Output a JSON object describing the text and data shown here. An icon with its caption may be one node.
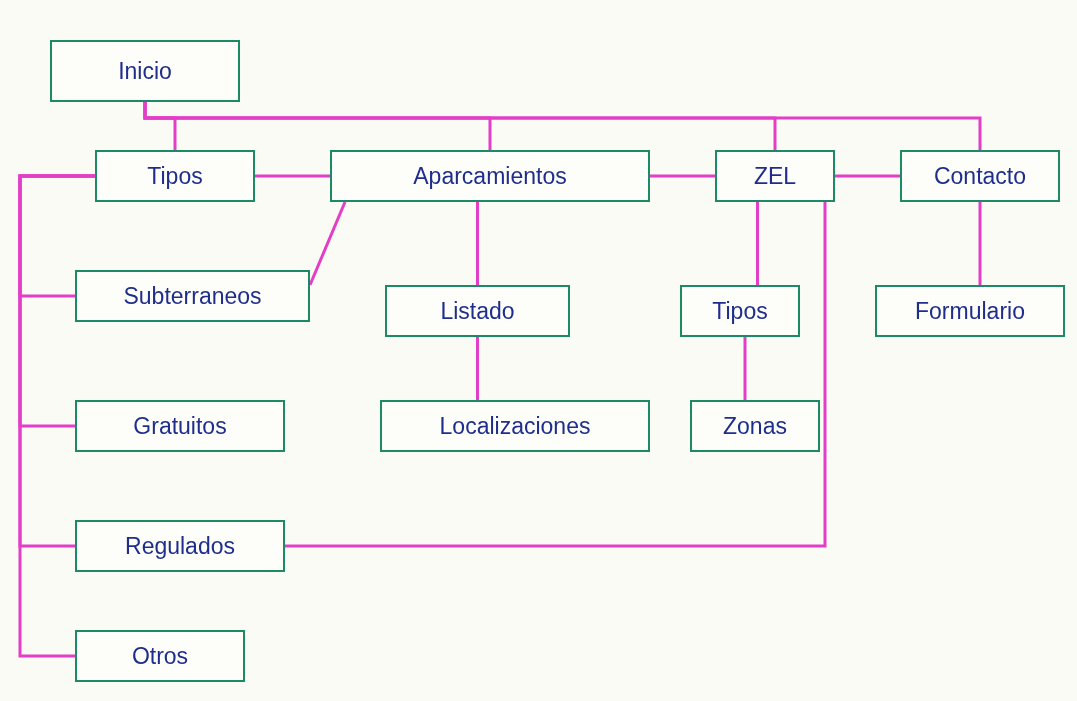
{
  "diagram": {
    "nodes": [
      {
        "text": [
          "Inicio"
        ]
      },
      {
        "text": [
          "Tipos"
        ]
      },
      {
        "text": [
          "Aparcamientos"
        ]
      },
      {
        "text": [
          "ZEL"
        ]
      },
      {
        "text": [
          "Contacto"
        ]
      },
      {
        "text": [
          "Subterraneos"
        ]
      },
      {
        "text": [
          "Listado"
        ]
      },
      {
        "text": [
          "Tipos"
        ]
      },
      {
        "text": [
          "Formulario"
        ]
      },
      {
        "text": [
          "Gratuitos"
        ]
      },
      {
        "text": [
          "Localizaciones"
        ]
      },
      {
        "text": [
          "Zonas"
        ]
      },
      {
        "text": [
          "Regulados"
        ]
      },
      {
        "text": [
          "Otros"
        ]
      }
    ],
    "edges": [
      {
        "from": 0,
        "to": 1,
        "arrow": "none"
      },
      {
        "from": 0,
        "to": 2,
        "arrow": "none"
      },
      {
        "from": 0,
        "to": 3,
        "arrow": "none"
      },
      {
        "from": 0,
        "to": 4,
        "arrow": "none"
      },
      {
        "from": 1,
        "to": 2,
        "arrow": "none"
      },
      {
        "from": 2,
        "to": 3,
        "arrow": "none"
      },
      {
        "from": 3,
        "to": 4,
        "arrow": "none"
      },
      {
        "from": 1,
        "to": 5,
        "arrow": "none"
      },
      {
        "from": 1,
        "to": 9,
        "arrow": "none"
      },
      {
        "from": 1,
        "to": 12,
        "arrow": "none"
      },
      {
        "from": 1,
        "to": 13,
        "arrow": "none"
      },
      {
        "from": 2,
        "to": 5,
        "arrow": "none"
      },
      {
        "from": 2,
        "to": 6,
        "arrow": "none"
      },
      {
        "from": 6,
        "to": 10,
        "arrow": "none"
      },
      {
        "from": 3,
        "to": 7,
        "arrow": "none"
      },
      {
        "from": 7,
        "to": 11,
        "arrow": "none"
      },
      {
        "from": 3,
        "to": 12,
        "arrow": "none"
      },
      {
        "from": 4,
        "to": 8,
        "arrow": "none"
      }
    ]
  }
}
